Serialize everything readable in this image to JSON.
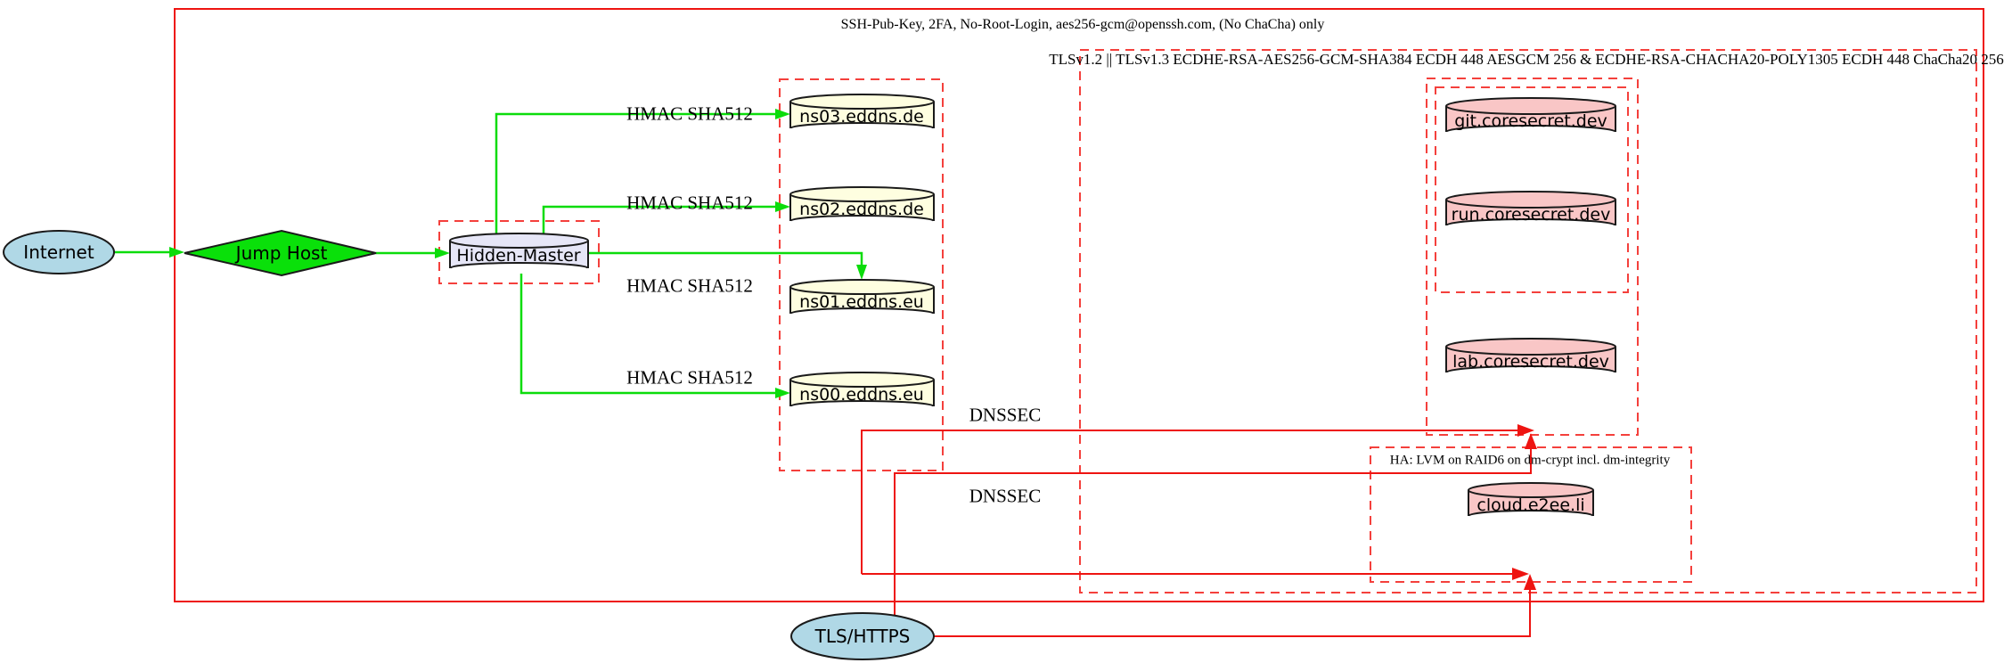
{
  "clusters": {
    "ssh": {
      "label": "SSH-Pub-Key, 2FA, No-Root-Login, aes256-gcm@openssh.com, (No ChaCha) only"
    },
    "tls": {
      "label": "TLSv1.2 || TLSv1.3 ECDHE-RSA-AES256-GCM-SHA384 ECDH 448 AESGCM 256 & ECDHE-RSA-CHACHA20-POLY1305 ECDH 448 ChaCha20 256"
    },
    "ha": {
      "label": "HA: LVM on RAID6 on dm-crypt incl. dm-integrity"
    }
  },
  "nodes": {
    "internet": {
      "label": "Internet",
      "shape": "ellipse"
    },
    "jump_host": {
      "label": "Jump Host",
      "shape": "diamond"
    },
    "hidden_master": {
      "label": "Hidden-Master",
      "shape": "cylinder"
    },
    "ns03": {
      "label": "ns03.eddns.de",
      "shape": "cylinder"
    },
    "ns02": {
      "label": "ns02.eddns.de",
      "shape": "cylinder"
    },
    "ns01": {
      "label": "ns01.eddns.eu",
      "shape": "cylinder"
    },
    "ns00": {
      "label": "ns00.eddns.eu",
      "shape": "cylinder"
    },
    "git": {
      "label": "git.coresecret.dev",
      "shape": "cylinder"
    },
    "run": {
      "label": "run.coresecret.dev",
      "shape": "cylinder"
    },
    "lab": {
      "label": "lab.coresecret.dev",
      "shape": "cylinder"
    },
    "cloud": {
      "label": "cloud.e2ee.li",
      "shape": "cylinder"
    },
    "tls_https": {
      "label": "TLS/HTTPS",
      "shape": "ellipse"
    }
  },
  "edge_labels": {
    "hmac_ns03": "HMAC SHA512",
    "hmac_ns02": "HMAC SHA512",
    "hmac_ns01": "HMAC SHA512",
    "hmac_ns00": "HMAC SHA512",
    "dnssec_1": "DNSSEC",
    "dnssec_2": "DNSSEC"
  },
  "colors": {
    "edge_green": "#0bdc0b",
    "edge_red": "#ee1411",
    "cluster_dash_red": "#f4403c",
    "node_lightblue": "#b0d8e6",
    "node_lime": "#0ae00a",
    "node_lavender": "#e6e6f7",
    "node_lightyellow": "#fefee0",
    "node_pink": "#f9c6c6",
    "background": "#ffffff"
  }
}
